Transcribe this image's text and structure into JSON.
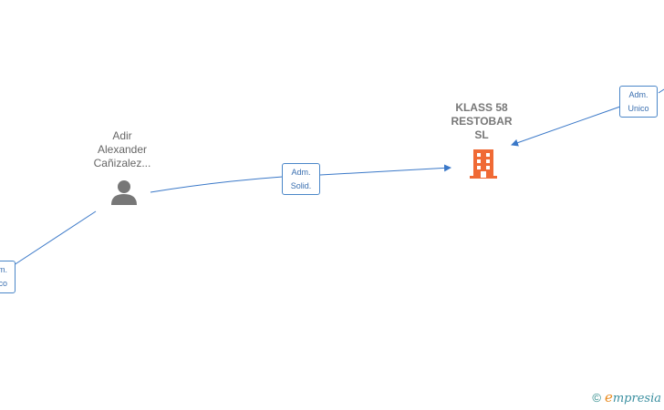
{
  "nodes": {
    "person": {
      "label_lines": [
        "Adir",
        "Alexander",
        "Cañizalez..."
      ]
    },
    "company": {
      "label_lines": [
        "KLASS 58",
        "RESTOBAR",
        "SL"
      ]
    }
  },
  "relations": {
    "person_to_company": {
      "lines": [
        "Adm.",
        "Solid."
      ]
    },
    "top_right": {
      "lines": [
        "Adm.",
        "Unico"
      ]
    },
    "bottom_left": {
      "lines": [
        "m.",
        "ico"
      ]
    }
  },
  "footer": {
    "copyright_symbol": "©",
    "brand_initial": "e",
    "brand_rest": "mpresia"
  },
  "colors": {
    "edge": "#3a78c8",
    "company_icon": "#f06a35",
    "person_icon": "#777777"
  }
}
